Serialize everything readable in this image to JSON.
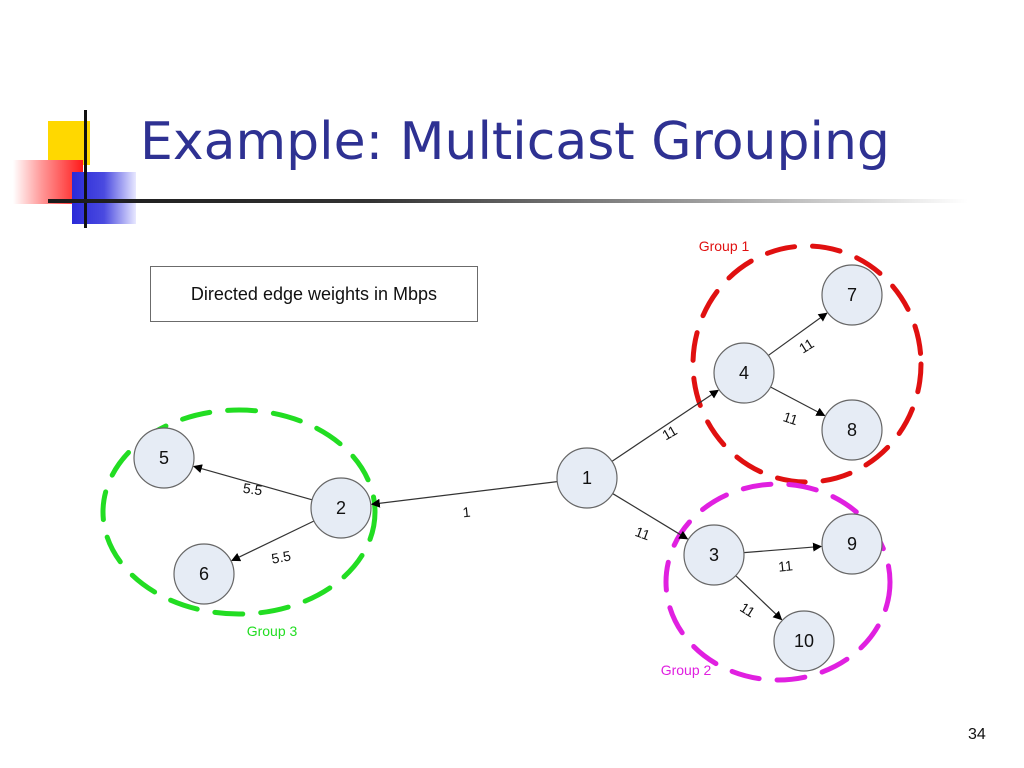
{
  "slide": {
    "title": "Example: Multicast Grouping",
    "note": "Directed edge weights in Mbps",
    "page_number": "34"
  },
  "colors": {
    "title": "#2e3192",
    "node_fill": "#e6ecf5",
    "node_stroke": "#666666",
    "group1": "#e01010",
    "group2": "#e020e0",
    "group3": "#22dd22"
  },
  "graph": {
    "nodes": [
      {
        "id": "1",
        "label": "1"
      },
      {
        "id": "2",
        "label": "2"
      },
      {
        "id": "3",
        "label": "3"
      },
      {
        "id": "4",
        "label": "4"
      },
      {
        "id": "5",
        "label": "5"
      },
      {
        "id": "6",
        "label": "6"
      },
      {
        "id": "7",
        "label": "7"
      },
      {
        "id": "8",
        "label": "8"
      },
      {
        "id": "9",
        "label": "9"
      },
      {
        "id": "10",
        "label": "10"
      }
    ],
    "edges": [
      {
        "from": "1",
        "to": "2",
        "weight": "1"
      },
      {
        "from": "1",
        "to": "4",
        "weight": "11"
      },
      {
        "from": "1",
        "to": "3",
        "weight": "11"
      },
      {
        "from": "4",
        "to": "7",
        "weight": "11"
      },
      {
        "from": "4",
        "to": "8",
        "weight": "11"
      },
      {
        "from": "3",
        "to": "9",
        "weight": "11"
      },
      {
        "from": "3",
        "to": "10",
        "weight": "11"
      },
      {
        "from": "2",
        "to": "5",
        "weight": "5.5"
      },
      {
        "from": "2",
        "to": "6",
        "weight": "5.5"
      }
    ],
    "groups": [
      {
        "id": "group1",
        "label": "Group 1",
        "members": [
          "4",
          "7",
          "8"
        ]
      },
      {
        "id": "group2",
        "label": "Group 2",
        "members": [
          "3",
          "9",
          "10"
        ]
      },
      {
        "id": "group3",
        "label": "Group 3",
        "members": [
          "2",
          "5",
          "6"
        ]
      }
    ]
  }
}
